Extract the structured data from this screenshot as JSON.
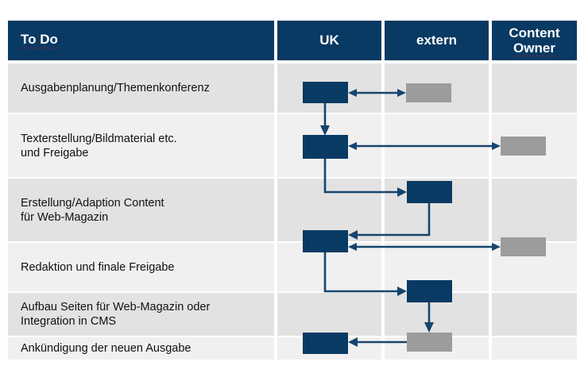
{
  "colors": {
    "header_bg": "#093A63",
    "navy_box": "#093A63",
    "gray_box": "#9C9C9C",
    "arrow": "#16456E",
    "row_odd_bg": "#E2E2E2",
    "row_even_bg": "#F0F0F0",
    "page_bg": "#FFFFFF",
    "spellcheck_underline": "#E01B1B"
  },
  "table": {
    "columns": [
      {
        "key": "todo",
        "label": "To Do",
        "spellcheck_underline": true
      },
      {
        "key": "uk",
        "label": "UK",
        "spellcheck_underline": false
      },
      {
        "key": "extern",
        "label": "extern",
        "spellcheck_underline": false
      },
      {
        "key": "owner",
        "label_line1": "Content",
        "label_line2": "Owner",
        "spellcheck_underline": true
      }
    ],
    "rows": [
      {
        "index": 1,
        "task_line1": "Ausgabenplanung/Themenkonferenz",
        "task_line2": "",
        "uk_marker": "navy-box",
        "extern_marker": "gray-box",
        "owner_marker": "none"
      },
      {
        "index": 2,
        "task_line1": "Texterstellung/Bildmaterial etc.",
        "task_line2": "und Freigabe",
        "uk_marker": "navy-box",
        "extern_marker": "none",
        "owner_marker": "gray-box"
      },
      {
        "index": 3,
        "task_line1": "Erstellung/Adaption Content",
        "task_line2": "für Web-Magazin",
        "uk_marker": "none",
        "extern_marker": "navy-box",
        "owner_marker": "none"
      },
      {
        "index": 4,
        "task_line1": "Redaktion und finale Freigabe",
        "task_line2": "",
        "uk_marker": "navy-box",
        "extern_marker": "none",
        "owner_marker": "gray-box"
      },
      {
        "index": 5,
        "task_line1": "Aufbau Seiten für Web-Magazin oder",
        "task_line2": "Integration in CMS",
        "uk_marker": "none",
        "extern_marker": "navy-box",
        "owner_marker": "none"
      },
      {
        "index": 6,
        "task_line1": "Ankündigung der neuen Ausgabe",
        "task_line2": "",
        "uk_marker": "navy-box",
        "extern_marker": "gray-box",
        "owner_marker": "none"
      }
    ]
  },
  "connectors": [
    {
      "id": "r1-uk-to-r1-extern",
      "from": "row1.uk",
      "to": "row1.extern",
      "style": "double-arrow-horizontal"
    },
    {
      "id": "r1-uk-to-r2-uk",
      "from": "row1.uk",
      "to": "row2.uk",
      "style": "arrow-down"
    },
    {
      "id": "r2-uk-to-r2-owner",
      "from": "row2.uk",
      "to": "row2.owner",
      "style": "double-arrow-horizontal"
    },
    {
      "id": "r2-uk-to-r3-extern",
      "from": "row2.uk",
      "to": "row3.extern",
      "style": "elbow-down-right-arrow"
    },
    {
      "id": "r3-extern-to-r4-uk",
      "from": "row3.extern",
      "to": "row4.uk",
      "style": "elbow-down-left-arrow"
    },
    {
      "id": "r4-uk-to-r4-owner",
      "from": "row4.uk",
      "to": "row4.owner",
      "style": "double-arrow-horizontal"
    },
    {
      "id": "r4-uk-to-r5-extern",
      "from": "row4.uk",
      "to": "row5.extern",
      "style": "elbow-down-right-arrow"
    },
    {
      "id": "r5-extern-to-r6-extern",
      "from": "row5.extern",
      "to": "row6.extern",
      "style": "arrow-down"
    },
    {
      "id": "r6-extern-to-r6-uk",
      "from": "row6.extern",
      "to": "row6.uk",
      "style": "arrow-left"
    }
  ]
}
